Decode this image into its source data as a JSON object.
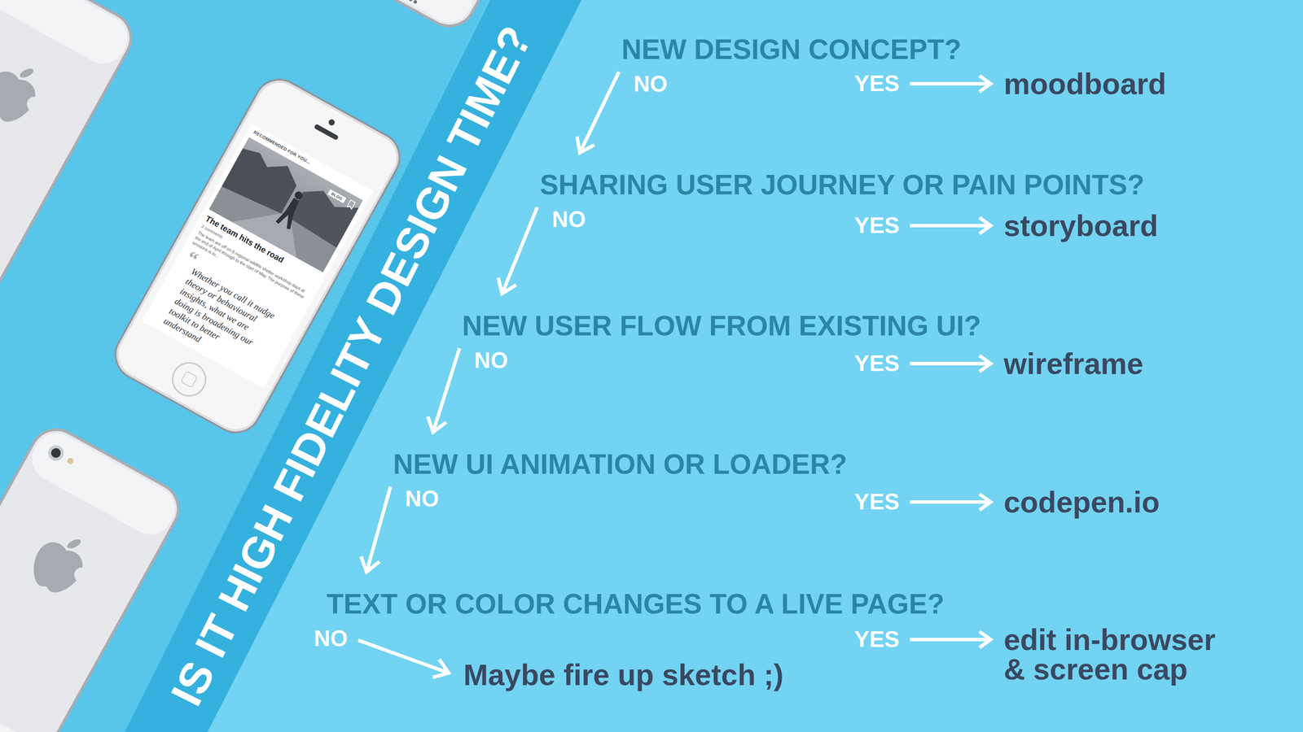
{
  "diagram": {
    "title": "IS IT HIGH FIDELITY DESIGN TIME?",
    "nodes": [
      {
        "text": [
          "NEW DESIGN CONCEPT?"
        ]
      },
      {
        "text": [
          "moodboard"
        ]
      },
      {
        "text": [
          "SHARING USER JOURNEY OR PAIN POINTS?"
        ]
      },
      {
        "text": [
          "storyboard"
        ]
      },
      {
        "text": [
          "NEW USER FLOW FROM EXISTING UI?"
        ]
      },
      {
        "text": [
          "wireframe"
        ]
      },
      {
        "text": [
          "NEW UI ANIMATION OR LOADER?"
        ]
      },
      {
        "text": [
          "codepen.io"
        ]
      },
      {
        "text": [
          "TEXT OR COLOR CHANGES TO A LIVE PAGE?"
        ]
      },
      {
        "text": [
          "edit in-browser & screen cap"
        ]
      },
      {
        "text": [
          "Maybe fire up sketch ;)"
        ]
      }
    ],
    "edges": [
      {
        "from": 0,
        "to": 1,
        "label": "YES",
        "arrow": "to"
      },
      {
        "from": 0,
        "to": 2,
        "label": "NO",
        "arrow": "to"
      },
      {
        "from": 2,
        "to": 3,
        "label": "YES",
        "arrow": "to"
      },
      {
        "from": 2,
        "to": 4,
        "label": "NO",
        "arrow": "to"
      },
      {
        "from": 4,
        "to": 5,
        "label": "YES",
        "arrow": "to"
      },
      {
        "from": 4,
        "to": 6,
        "label": "NO",
        "arrow": "to"
      },
      {
        "from": 6,
        "to": 7,
        "label": "YES",
        "arrow": "to"
      },
      {
        "from": 6,
        "to": 8,
        "label": "NO",
        "arrow": "to"
      },
      {
        "from": 8,
        "to": 9,
        "label": "YES",
        "arrow": "to"
      },
      {
        "from": 8,
        "to": 10,
        "label": "NO",
        "arrow": "to"
      }
    ],
    "labels": [
      "RECOMMENDED FOR YOU...",
      "BLOG",
      "The team hits the road",
      "2 comments",
      "The team are off on 6 regional wildlife shelter workshop days at the end of April through to the start of May. The purpose of these sessions is to...",
      "“",
      "Whether you call it nudge theory or behavioural insights, what we are doing is broadening our toolkit to better understand"
    ]
  }
}
